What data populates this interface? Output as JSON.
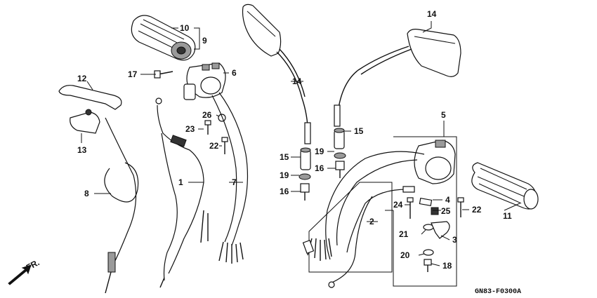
{
  "callouts": [
    {
      "id": "c10a",
      "text": "10"
    },
    {
      "id": "c9",
      "text": "9"
    },
    {
      "id": "c17",
      "text": "17"
    },
    {
      "id": "c6",
      "text": "6"
    },
    {
      "id": "c12",
      "text": "12"
    },
    {
      "id": "c13",
      "text": "13"
    },
    {
      "id": "c26",
      "text": "26"
    },
    {
      "id": "c23",
      "text": "23"
    },
    {
      "id": "c22a",
      "text": "22"
    },
    {
      "id": "c8",
      "text": "8"
    },
    {
      "id": "c1",
      "text": "1"
    },
    {
      "id": "c7",
      "text": "7"
    },
    {
      "id": "c14a",
      "text": "14"
    },
    {
      "id": "c14b",
      "text": "14"
    },
    {
      "id": "c15a",
      "text": "15"
    },
    {
      "id": "c15b",
      "text": "15"
    },
    {
      "id": "c19a",
      "text": "19"
    },
    {
      "id": "c19b",
      "text": "19"
    },
    {
      "id": "c16a",
      "text": "16"
    },
    {
      "id": "c16b",
      "text": "16"
    },
    {
      "id": "c5",
      "text": "5"
    },
    {
      "id": "c4",
      "text": "4"
    },
    {
      "id": "c24",
      "text": "24"
    },
    {
      "id": "c25",
      "text": "25"
    },
    {
      "id": "c22b",
      "text": "22"
    },
    {
      "id": "c11",
      "text": "11"
    },
    {
      "id": "c2",
      "text": "2"
    },
    {
      "id": "c21",
      "text": "21"
    },
    {
      "id": "c3",
      "text": "3"
    },
    {
      "id": "c20",
      "text": "20"
    },
    {
      "id": "c18",
      "text": "18"
    }
  ],
  "front_indicator": "FR.",
  "diagram_code": "GN83-F0300A"
}
